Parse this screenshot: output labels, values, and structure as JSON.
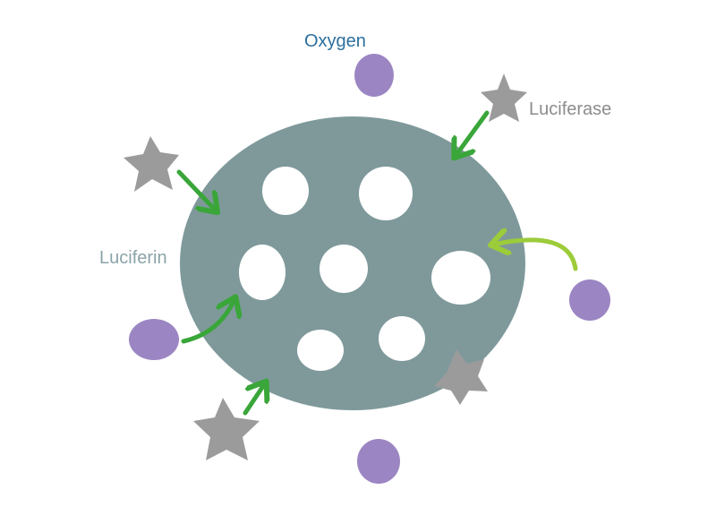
{
  "labels": {
    "oxygen": "Oxygen",
    "luciferase": "Luciferase",
    "luciferin": "Luciferin"
  },
  "colors": {
    "oxygen_text": "#2b6f9e",
    "luciferase_text": "#8c8c8c",
    "luciferin_text": "#8aa3a8",
    "cell_body": "#7f999b",
    "pore": "#ffffff",
    "oxygen_molecule": "#9b86c3",
    "luciferase_star": "#9b9b9b",
    "arrow_dark": "#3aa63a",
    "arrow_light": "#9ccc3a"
  },
  "icons": {
    "oxygen": "circle",
    "luciferase": "star",
    "pathway": "arrow"
  }
}
